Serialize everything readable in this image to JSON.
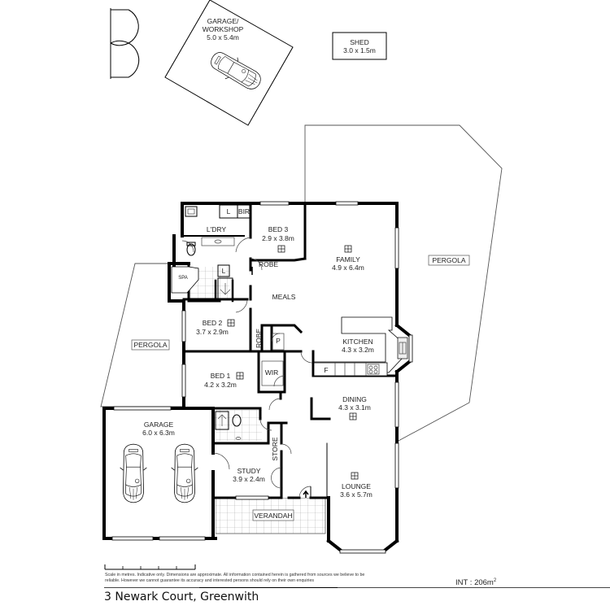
{
  "title": "3 Newark Court, Greenwith",
  "internal_area": {
    "label": "INT",
    "separator": ":",
    "value": "206m",
    "unit_sup": "2"
  },
  "disclaimer": "Scale in metres. Indicative only. Dimensions are approximate. All information contained herein is gathered from sources we believe to be reliable. However we cannot guarantee its accuracy and interested persons should rely on their own enquiries",
  "scale_bar": {
    "divisions": 5,
    "unit": "metres"
  },
  "outbuildings": {
    "garage_workshop": {
      "name": "GARAGE/",
      "name2": "WORKSHOP",
      "size": "5.0 x 5.4m"
    },
    "shed": {
      "name": "SHED",
      "size": "3.0 x 1.5m"
    }
  },
  "rooms": {
    "laundry": {
      "name": "L'DRY"
    },
    "bed3": {
      "name": "BED 3",
      "size": "2.9 x 3.8m"
    },
    "family": {
      "name": "FAMILY",
      "size": "4.9 x 6.4m"
    },
    "meals": {
      "name": "MEALS"
    },
    "bed2": {
      "name": "BED 2",
      "size": "3.7 x 2.9m"
    },
    "kitchen": {
      "name": "KITCHEN",
      "size": "4.3 x 3.2m"
    },
    "bed1": {
      "name": "BED 1",
      "size": "4.2 x 3.2m"
    },
    "dining": {
      "name": "DINING",
      "size": "4.3 x 3.1m"
    },
    "garage": {
      "name": "GARAGE",
      "size": "6.0 x 6.3m"
    },
    "study": {
      "name": "STUDY",
      "size": "3.9 x 2.4m"
    },
    "lounge": {
      "name": "LOUNGE",
      "size": "3.6 x 5.7m"
    }
  },
  "fixtures": {
    "linen1": "L",
    "bir": "BIR",
    "robe_bed3": "ROBE",
    "spa": "SPA",
    "linen2": "L",
    "robe_bed2": "ROBE",
    "pantry": "P",
    "wir": "WIR",
    "fridge": "F",
    "store": "STORE"
  },
  "external": {
    "pergola_left": "PERGOLA",
    "pergola_right": "PERGOLA",
    "verandah": "VERANDAH"
  }
}
